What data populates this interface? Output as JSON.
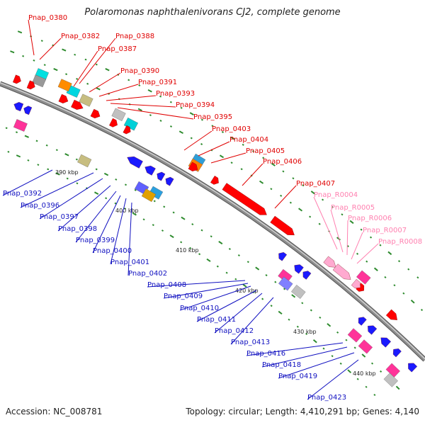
{
  "title": "Polaromonas naphthalenivorans CJ2, complete genome",
  "footer": {
    "accession": "Accession: NC_008781",
    "summary": "Topology: circular; Length: 4,410,291 bp; Genes: 4,140"
  },
  "colors": {
    "backbone": "#8c8c8c",
    "forward_label": "#e00000",
    "reverse_label": "#1010c0",
    "rna_label": "#ff80b0",
    "forward_cds": "#ff0000",
    "reverse_cds": "#1a1aff",
    "rna": "#ffaad0",
    "tick": "#2e8b2e"
  },
  "scale_labels": [
    "390 kbp",
    "400 kbp",
    "410 kbp",
    "420 kbp",
    "430 kbp",
    "440 kbp"
  ],
  "forward_labels": [
    "Pnap_0380",
    "Pnap_0382",
    "Pnap_0388",
    "Pnap_0387",
    "Pnap_0390",
    "Pnap_0391",
    "Pnap_0393",
    "Pnap_0394",
    "Pnap_0395",
    "Pnap_0403",
    "Pnap_0404",
    "Pnap_0405",
    "Pnap_0406",
    "Pnap_0407"
  ],
  "rna_labels": [
    "Pnap_R0004",
    "Pnap_R0005",
    "Pnap_R0006",
    "Pnap_R0007",
    "Pnap_R0008"
  ],
  "reverse_labels": [
    "Pnap_0392",
    "Pnap_0396",
    "Pnap_0397",
    "Pnap_0398",
    "Pnap_0399",
    "Pnap_0400",
    "Pnap_0401",
    "Pnap_0402",
    "Pnap_0408",
    "Pnap_0409",
    "Pnap_0410",
    "Pnap_0411",
    "Pnap_0412",
    "Pnap_0413",
    "Pnap_0416",
    "Pnap_0418",
    "Pnap_0419",
    "Pnap_0423"
  ]
}
